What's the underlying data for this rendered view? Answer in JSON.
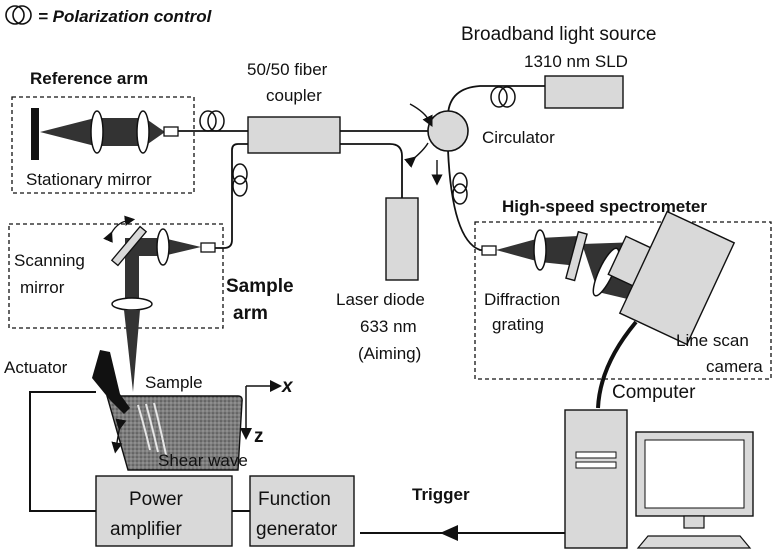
{
  "legend": {
    "label": "= Polarization control"
  },
  "reference_arm": {
    "title": "Reference arm",
    "mirror_label": "Stationary mirror"
  },
  "coupler": {
    "line1": "50/50 fiber",
    "line2": "coupler"
  },
  "source": {
    "title": "Broadband light source",
    "subtitle": "1310 nm SLD"
  },
  "circulator": {
    "label": "Circulator"
  },
  "spectrometer": {
    "title": "High-speed spectrometer",
    "grating_line1": "Diffraction",
    "grating_line2": "grating",
    "camera_line1": "Line scan",
    "camera_line2": "camera"
  },
  "sample_arm": {
    "title_line1": "Sample",
    "title_line2": "arm",
    "mirror_line1": "Scanning",
    "mirror_line2": "mirror"
  },
  "laser": {
    "line1": "Laser diode",
    "line2": "633 nm",
    "line3": "(Aiming)"
  },
  "sample": {
    "actuator": "Actuator",
    "label": "Sample",
    "x_axis": "x",
    "z_axis": "z",
    "shear": "Shear wave"
  },
  "computer": {
    "label": "Computer"
  },
  "amplifier": {
    "line1": "Power",
    "line2": "amplifier"
  },
  "function_gen": {
    "line1": "Function",
    "line2": "generator"
  },
  "trigger": {
    "label": "Trigger"
  },
  "colors": {
    "box_fill": "#d9d9d9",
    "beam": "#333333",
    "ink": "#111111",
    "sample_fill": "#8a8a8a"
  }
}
